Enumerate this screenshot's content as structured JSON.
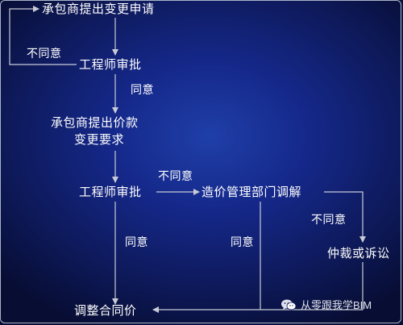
{
  "nodes": {
    "contractor_change_request": "承包商提出变更申请",
    "engineer_review_1": "工程师审批",
    "contractor_price_request_line1": "承包商提出价款",
    "contractor_price_request_line2": "变更要求",
    "engineer_review_2": "工程师审批",
    "cost_management_mediation": "造价管理部门调解",
    "arbitration_or_litigation": "仲裁或诉讼",
    "adjust_contract_price": "调整合同价"
  },
  "edge_labels": {
    "disagree_1": "不同意",
    "agree_1": "同意",
    "disagree_2": "不同意",
    "disagree_3": "不同意",
    "agree_2": "同意",
    "agree_3": "同意"
  },
  "watermark": {
    "text": "从零跟我学BIM",
    "icon": "wechat-icon"
  },
  "colors": {
    "background": "#15288a",
    "line": "#c8cbd6",
    "text": "#ffffff"
  }
}
